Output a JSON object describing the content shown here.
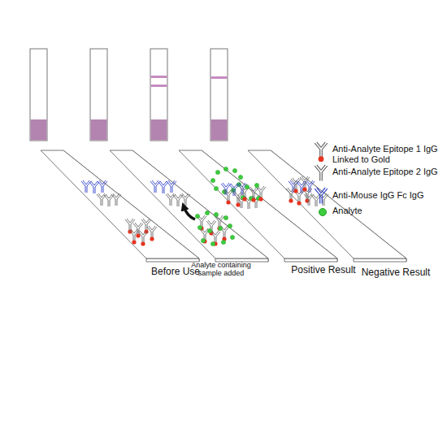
{
  "diagram": {
    "labels": [
      "Before Use",
      "Analyte containing sample added",
      "Positive Result",
      "Negative Result"
    ],
    "legend": [
      {
        "text": "Anti-Analyte Epitope 1 IgG Linked to Gold"
      },
      {
        "text": "Anti-Analyte Epitope 2 IgG"
      },
      {
        "text": "Anti-Mouse IgG Fc IgG"
      },
      {
        "text": "Analyte",
        "color": "#3dcc3d"
      }
    ]
  }
}
